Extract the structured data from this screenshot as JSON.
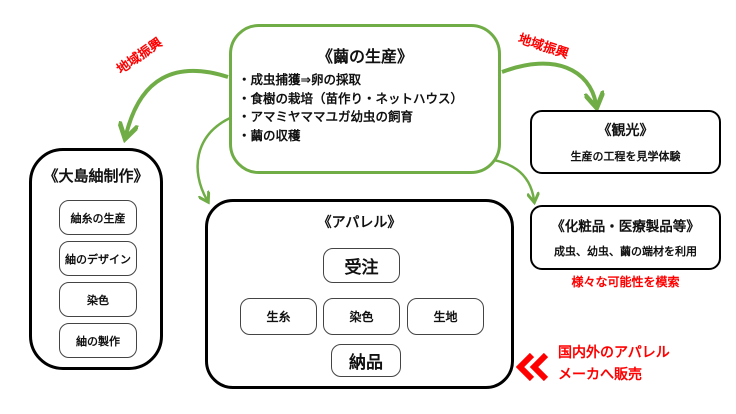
{
  "colors": {
    "green": "#70AD47",
    "red": "#FF0000",
    "black": "#000000"
  },
  "production": {
    "title": "《繭の生産》",
    "items": [
      "・成虫捕獲⇒卵の採取",
      "・食樹の栽培（苗作り・ネットハウス）",
      "・アマミヤママユガ幼虫の飼育",
      "・繭の収穫"
    ]
  },
  "region_labels": {
    "left": "地域振興",
    "right": "地域振興"
  },
  "oshima": {
    "title": "《大島紬制作》",
    "steps": [
      "紬糸の生産",
      "紬のデザイン",
      "染色",
      "紬の製作"
    ]
  },
  "tourism": {
    "title": "《観光》",
    "desc": "生産の工程を見学体験"
  },
  "cosmetics": {
    "title": "《化粧品・医療製品等》",
    "desc": "成虫、幼虫、繭の端材を利用",
    "note": "様々な可能性を模索"
  },
  "apparel": {
    "title": "《アパレル》",
    "order": "受注",
    "raw_silk": "生糸",
    "dyeing": "染色",
    "fabric": "生地",
    "delivery": "納品"
  },
  "export_note": {
    "line1": "国内外のアパレル",
    "line2": "メーカへ販売",
    "icon": "double-chevron-left-icon"
  }
}
